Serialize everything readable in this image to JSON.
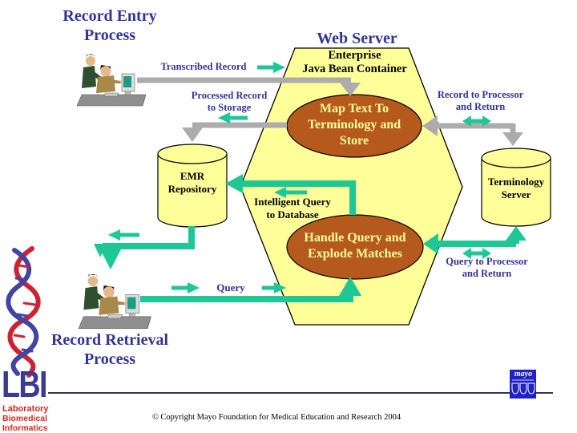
{
  "slide": {
    "record_entry_title": "Record Entry\nProcess",
    "record_retrieval_title": "Record Retrieval\nProcess",
    "copyright": "© Copyright Mayo Foundation for Medical Education and Research 2004"
  },
  "web_server": {
    "title": "Web Server",
    "container_label": "Enterprise\nJava Bean Container",
    "process_map": "Map Text To\nTerminology and\nStore",
    "process_query": "Handle Query and\nExplode Matches"
  },
  "databases": {
    "emr": "EMR\nRepository",
    "terminology": "Terminology\nServer"
  },
  "flows": {
    "transcribed": "Transcribed Record",
    "processed": "Processed Record\nto Storage",
    "record_to_processor": "Record to Processor\nand Return",
    "intelligent_query": "Intelligent Query\nto Database",
    "query_to_processor": "Query to Processor\nand Return",
    "query": "Query"
  },
  "logos": {
    "lbi": {
      "acronym": "LBI",
      "line1": "Laboratory",
      "line2": "Biomedical",
      "line3": "Informatics"
    },
    "mayo": "mayo"
  },
  "colors": {
    "title_blue": "#333399",
    "hexagon_yellow": "#FFFF99",
    "process_brown": "#B55A1C",
    "process_text": "#FFFF99",
    "arrow_gray": "#ACACAC",
    "arrow_green": "#1EC896",
    "lbi_purple": "#3B3B93",
    "lbi_red": "#D2291F",
    "mayo_blue": "#2121C8",
    "divider_navy": "#333366"
  }
}
